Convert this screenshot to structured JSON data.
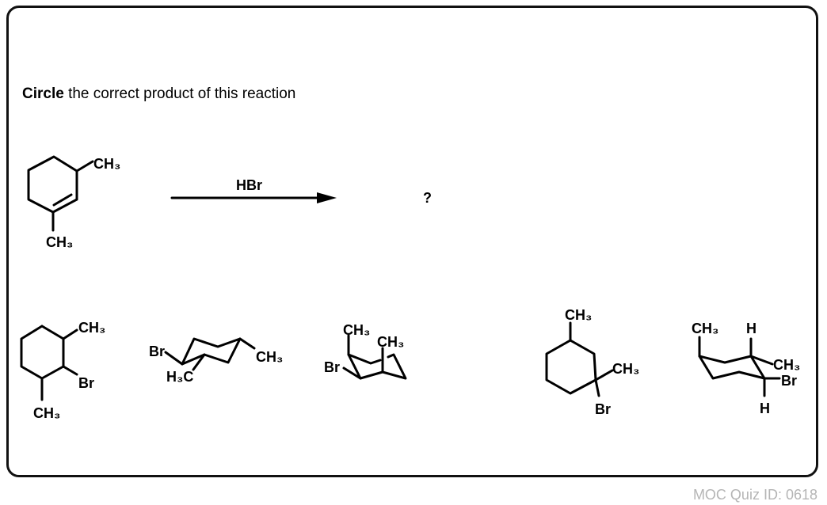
{
  "prompt": {
    "emphasis": "Circle",
    "rest": " the correct product of this reaction"
  },
  "reaction": {
    "reactant_labels": [
      "CH₃",
      "CH₃"
    ],
    "reagent": "HBr",
    "product": "?"
  },
  "options": [
    {
      "labels": [
        "CH₃",
        "Br",
        "CH₃"
      ]
    },
    {
      "labels": [
        "Br",
        "CH₃",
        "H₃C"
      ]
    },
    {
      "labels": [
        "CH₃",
        "CH₃",
        "Br"
      ]
    },
    {
      "labels": [
        "CH₃",
        "CH₃",
        "Br"
      ]
    },
    {
      "labels": [
        "CH₃",
        "H",
        "CH₃",
        "Br",
        "H"
      ]
    }
  ],
  "footer": "MOC Quiz ID: 0618"
}
